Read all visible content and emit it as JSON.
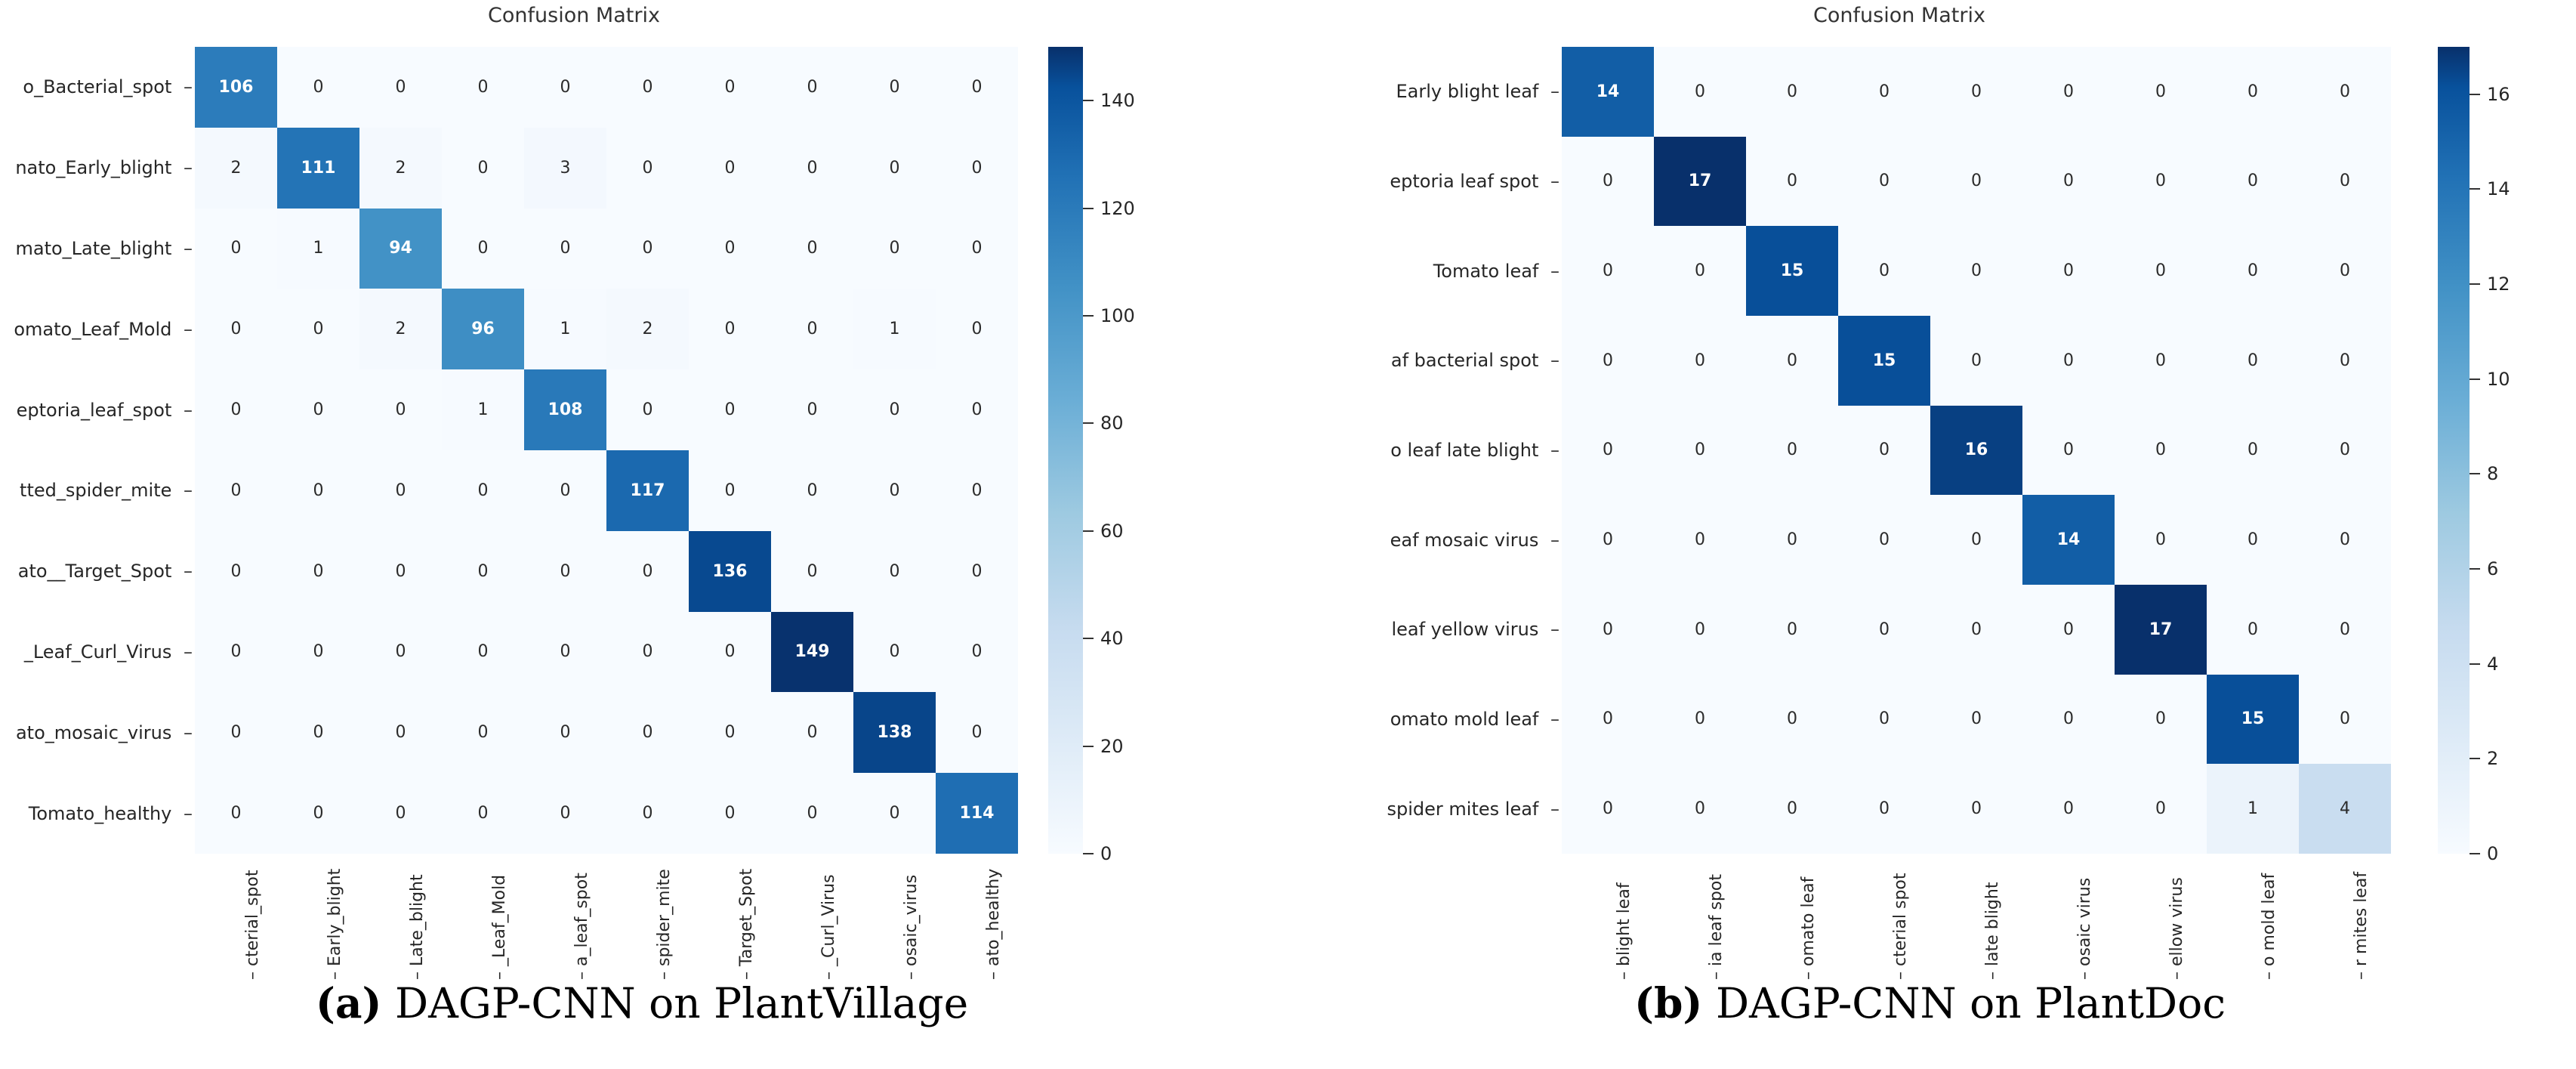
{
  "figure": {
    "panels": [
      {
        "id": "a",
        "title": "Confusion Matrix",
        "caption_tag": "(a)",
        "caption_text": " DAGP-CNN on PlantVillage",
        "chart_data": {
          "type": "heatmap",
          "title": "Confusion Matrix",
          "xlabel": "",
          "ylabel": "",
          "colormap": "Blues",
          "cbar_range": [
            0,
            150
          ],
          "cbar_ticks": [
            0,
            20,
            40,
            60,
            80,
            100,
            120,
            140
          ],
          "y_categories": [
            "o_Bacterial_spot",
            "nato_Early_blight",
            "mato_Late_blight",
            "omato_Leaf_Mold",
            "eptoria_leaf_spot",
            "tted_spider_mite",
            "ato__Target_Spot",
            "_Leaf_Curl_Virus",
            "ato_mosaic_virus",
            "Tomato_healthy"
          ],
          "x_categories": [
            "cterial_spot",
            "Early_blight",
            "Late_blight",
            "_Leaf_Mold",
            "a_leaf_spot",
            "spider_mite",
            "Target_Spot",
            "_Curl_Virus",
            "osaic_virus",
            "ato_healthy"
          ],
          "values": [
            [
              106,
              0,
              0,
              0,
              0,
              0,
              0,
              0,
              0,
              0
            ],
            [
              2,
              111,
              2,
              0,
              3,
              0,
              0,
              0,
              0,
              0
            ],
            [
              0,
              1,
              94,
              0,
              0,
              0,
              0,
              0,
              0,
              0
            ],
            [
              0,
              0,
              2,
              96,
              1,
              2,
              0,
              0,
              1,
              0
            ],
            [
              0,
              0,
              0,
              1,
              108,
              0,
              0,
              0,
              0,
              0
            ],
            [
              0,
              0,
              0,
              0,
              0,
              117,
              0,
              0,
              0,
              0
            ],
            [
              0,
              0,
              0,
              0,
              0,
              0,
              136,
              0,
              0,
              0
            ],
            [
              0,
              0,
              0,
              0,
              0,
              0,
              0,
              149,
              0,
              0
            ],
            [
              0,
              0,
              0,
              0,
              0,
              0,
              0,
              0,
              138,
              0
            ],
            [
              0,
              0,
              0,
              0,
              0,
              0,
              0,
              0,
              0,
              114
            ]
          ]
        }
      },
      {
        "id": "b",
        "title": "Confusion Matrix",
        "caption_tag": "(b)",
        "caption_text": " DAGP-CNN on PlantDoc",
        "chart_data": {
          "type": "heatmap",
          "title": "Confusion Matrix",
          "xlabel": "",
          "ylabel": "",
          "colormap": "Blues",
          "cbar_range": [
            0,
            17
          ],
          "cbar_ticks": [
            0,
            2,
            4,
            6,
            8,
            10,
            12,
            14,
            16
          ],
          "y_categories": [
            "Early blight leaf",
            "eptoria leaf spot",
            "Tomato leaf",
            "af bacterial spot",
            "o leaf late blight",
            "eaf mosaic virus",
            "leaf yellow virus",
            "omato mold leaf",
            "spider mites leaf"
          ],
          "x_categories": [
            "blight leaf",
            "ia leaf spot",
            "omato leaf",
            "cterial spot",
            "late blight",
            "osaic virus",
            "ellow virus",
            "o mold leaf",
            "r mites leaf"
          ],
          "values": [
            [
              14,
              0,
              0,
              0,
              0,
              0,
              0,
              0,
              0
            ],
            [
              0,
              17,
              0,
              0,
              0,
              0,
              0,
              0,
              0
            ],
            [
              0,
              0,
              15,
              0,
              0,
              0,
              0,
              0,
              0
            ],
            [
              0,
              0,
              0,
              15,
              0,
              0,
              0,
              0,
              0
            ],
            [
              0,
              0,
              0,
              0,
              16,
              0,
              0,
              0,
              0
            ],
            [
              0,
              0,
              0,
              0,
              0,
              14,
              0,
              0,
              0
            ],
            [
              0,
              0,
              0,
              0,
              0,
              0,
              17,
              0,
              0
            ],
            [
              0,
              0,
              0,
              0,
              0,
              0,
              0,
              15,
              0
            ],
            [
              0,
              0,
              0,
              0,
              0,
              0,
              0,
              1,
              4
            ]
          ]
        }
      }
    ]
  }
}
